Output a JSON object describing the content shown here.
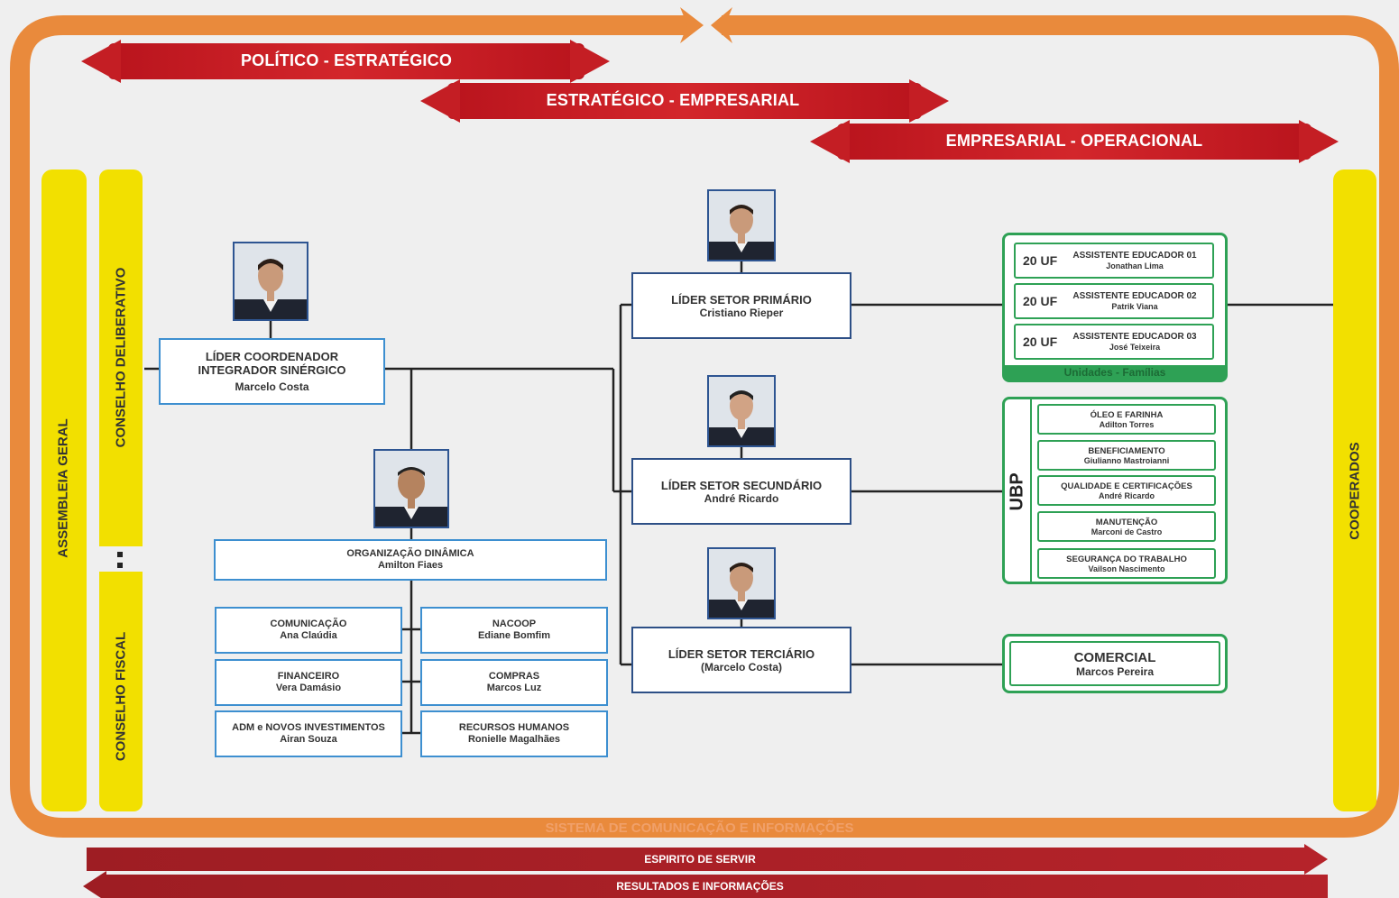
{
  "top_arrows": {
    "politico": "POLÍTICO - ESTRATÉGICO",
    "estrategico": "ESTRATÉGICO - EMPRESARIAL",
    "empresarial": "EMPRESARIAL - OPERACIONAL"
  },
  "side_bars": {
    "assembleia": "ASSEMBLEIA GERAL",
    "conselho_deliberativo": "CONSELHO DELIBERATIVO",
    "conselho_fiscal": "CONSELHO FISCAL",
    "cooperados": "COOPERADOS"
  },
  "coordinator": {
    "line1": "LÍDER COORDENADOR",
    "line2": "INTEGRADOR SINÉRGICO",
    "name": "Marcelo Costa"
  },
  "organizacao": {
    "title": "ORGANIZAÇÃO DINÂMICA",
    "name": "Amilton Fiaes"
  },
  "departments": [
    {
      "title": "COMUNICAÇÃO",
      "name": "Ana Claúdia"
    },
    {
      "title": "NACOOP",
      "name": "Ediane Bomfim"
    },
    {
      "title": "FINANCEIRO",
      "name": "Vera Damásio"
    },
    {
      "title": "COMPRAS",
      "name": "Marcos Luz"
    },
    {
      "title": "ADM e NOVOS INVESTIMENTOS",
      "name": "Airan Souza"
    },
    {
      "title": "RECURSOS HUMANOS",
      "name": "Ronielle Magalhães"
    }
  ],
  "sectors": {
    "primario": {
      "title": "LÍDER SETOR PRIMÁRIO",
      "name": "Cristiano Rieper"
    },
    "secundario": {
      "title": "LÍDER SETOR SECUNDÁRIO",
      "name": "André Ricardo"
    },
    "terciario": {
      "title": "LÍDER SETOR TERCIÁRIO",
      "name": "(Marcelo Costa)"
    }
  },
  "uf_group": {
    "items": [
      {
        "uf": "20 UF",
        "title": "ASSISTENTE EDUCADOR 01",
        "name": "Jonathan Lima"
      },
      {
        "uf": "20 UF",
        "title": "ASSISTENTE EDUCADOR 02",
        "name": "Patrik Viana"
      },
      {
        "uf": "20 UF",
        "title": "ASSISTENTE EDUCADOR 03",
        "name": "José Teixeira"
      }
    ],
    "footer": "Unidades - Famílias"
  },
  "ubp_group": {
    "label": "UBP",
    "items": [
      {
        "title": "ÓLEO E FARINHA",
        "name": "Adilton Torres"
      },
      {
        "title": "BENEFICIAMENTO",
        "name": "Giulianno Mastroianni"
      },
      {
        "title": "QUALIDADE E CERTIFICAÇÕES",
        "name": "André Ricardo"
      },
      {
        "title": "MANUTENÇÃO",
        "name": "Marconi de Castro"
      },
      {
        "title": "SEGURANÇA DO TRABALHO",
        "name": "Vailson Nascimento"
      }
    ]
  },
  "comercial": {
    "title": "COMERCIAL",
    "name": "Marcos Pereira"
  },
  "bottom": {
    "sistema": "SISTEMA DE COMUNICAÇÃO E INFORMAÇÕES",
    "espirito": "ESPIRITO DE SERVIR",
    "resultados": "RESULTADOS E INFORMAÇÕES"
  },
  "colors": {
    "orange_frame": "#e98a3c",
    "red_arrow": "#c41e24",
    "yellow_bar": "#f2e000",
    "blue_border": "#3d8fd0",
    "navy_border": "#2d4f86",
    "green": "#2ea155"
  }
}
